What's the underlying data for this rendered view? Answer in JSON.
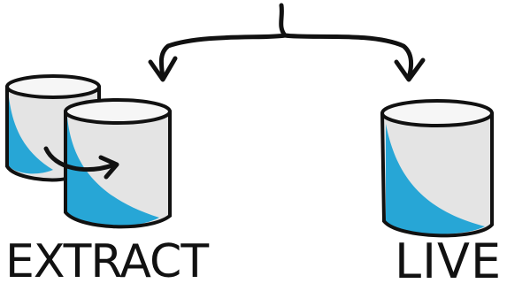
{
  "labels": {
    "extract": "EXTRACT",
    "live": "LIVE"
  },
  "colors": {
    "ink": "#111111",
    "cylinder_fill": "#e4e4e4",
    "cylinder_top": "#f6f6f6",
    "liquid": "#27a6d6"
  },
  "icons": [
    "branch-arrow-icon",
    "extract-source-cylinder",
    "extract-target-cylinder",
    "copy-arrow-icon",
    "live-cylinder"
  ]
}
